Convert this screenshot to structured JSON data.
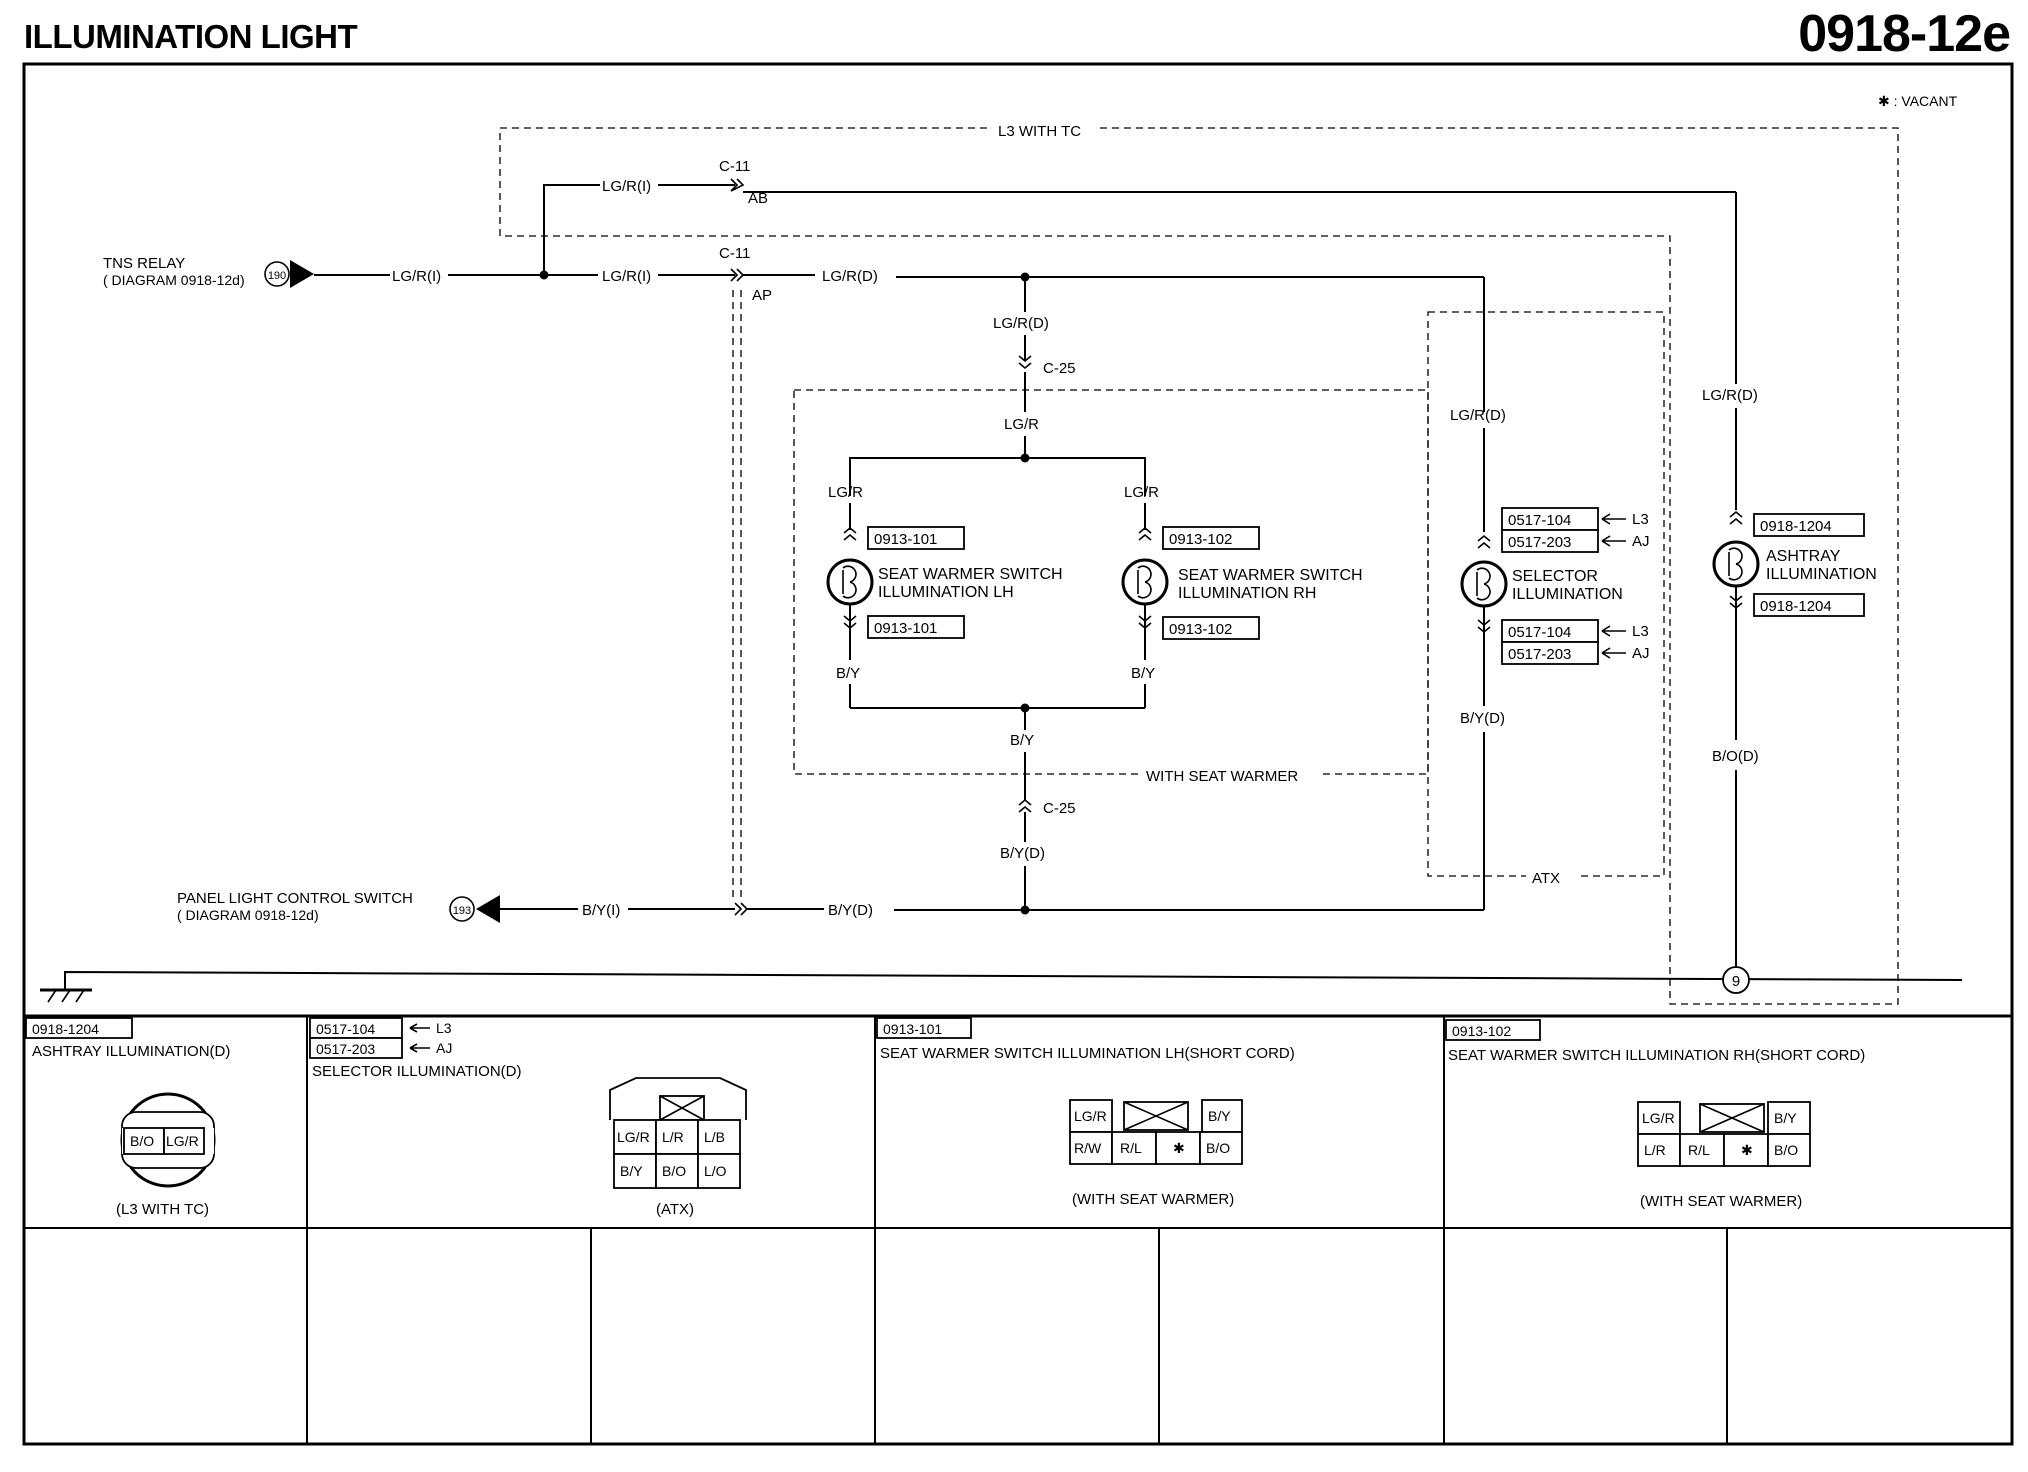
{
  "header": {
    "title": "ILLUMINATION LIGHT",
    "code": "0918-12e"
  },
  "legend": {
    "vacant": "✱ : VACANT"
  },
  "sources": {
    "tns_relay": {
      "name": "TNS RELAY",
      "ref": "( DIAGRAM 0918-12d)",
      "node": "190"
    },
    "panel_switch": {
      "name": "PANEL LIGHT CONTROL SWITCH",
      "ref": "( DIAGRAM 0918-12d)",
      "node": "193"
    }
  },
  "wires": {
    "lgr_i": "LG/R(I)",
    "lgr_d": "LG/R(D)",
    "lgr": "LG/R",
    "by": "B/Y",
    "by_d": "B/Y(D)",
    "by_i": "B/Y(I)",
    "bo_d": "B/O(D)"
  },
  "connectors": {
    "c11": "C-11",
    "c25": "C-25",
    "ab": "AB",
    "ap": "AP",
    "ground_node": "9"
  },
  "regions": {
    "l3_with_tc": "L3 WITH TC",
    "with_seat_warmer": "WITH SEAT WARMER",
    "atx": "ATX"
  },
  "devices": {
    "seat_lh": {
      "line1": "SEAT WARMER SWITCH",
      "line2": "ILLUMINATION LH",
      "code": "0913-101"
    },
    "seat_rh": {
      "line1": "SEAT WARMER SWITCH",
      "line2": "ILLUMINATION RH",
      "code": "0913-102"
    },
    "selector": {
      "line1": "SELECTOR",
      "line2": "ILLUMINATION",
      "code1": "0517-104",
      "code2": "0517-203",
      "v1": "L3",
      "v2": "AJ"
    },
    "ashtray": {
      "line1": "ASHTRAY",
      "line2": "ILLUMINATION",
      "code": "0918-1204"
    }
  },
  "panels": {
    "ashtray": {
      "code": "0918-1204",
      "title": "ASHTRAY ILLUMINATION(D)",
      "pins": [
        "B/O",
        "LG/R"
      ],
      "note": "(L3 WITH TC)"
    },
    "selector": {
      "code1": "0517-104",
      "code2": "0517-203",
      "v1": "L3",
      "v2": "AJ",
      "title": "SELECTOR ILLUMINATION(D)",
      "pins_top": [
        "LG/R",
        "L/R",
        "L/B"
      ],
      "pins_bottom": [
        "B/Y",
        "B/O",
        "L/O"
      ],
      "note": "(ATX)"
    },
    "seat_lh": {
      "code": "0913-101",
      "title": "SEAT WARMER SWITCH ILLUMINATION LH(SHORT CORD)",
      "pins_top": [
        "LG/R",
        "B/Y"
      ],
      "pins_bottom": [
        "R/W",
        "R/L",
        "✱",
        "B/O"
      ],
      "note": "(WITH SEAT WARMER)"
    },
    "seat_rh": {
      "code": "0913-102",
      "title": "SEAT WARMER SWITCH ILLUMINATION RH(SHORT CORD)",
      "pins_top": [
        "LG/R",
        "B/Y"
      ],
      "pins_bottom": [
        "L/R",
        "R/L",
        "✱",
        "B/O"
      ],
      "note": "(WITH SEAT WARMER)"
    }
  }
}
